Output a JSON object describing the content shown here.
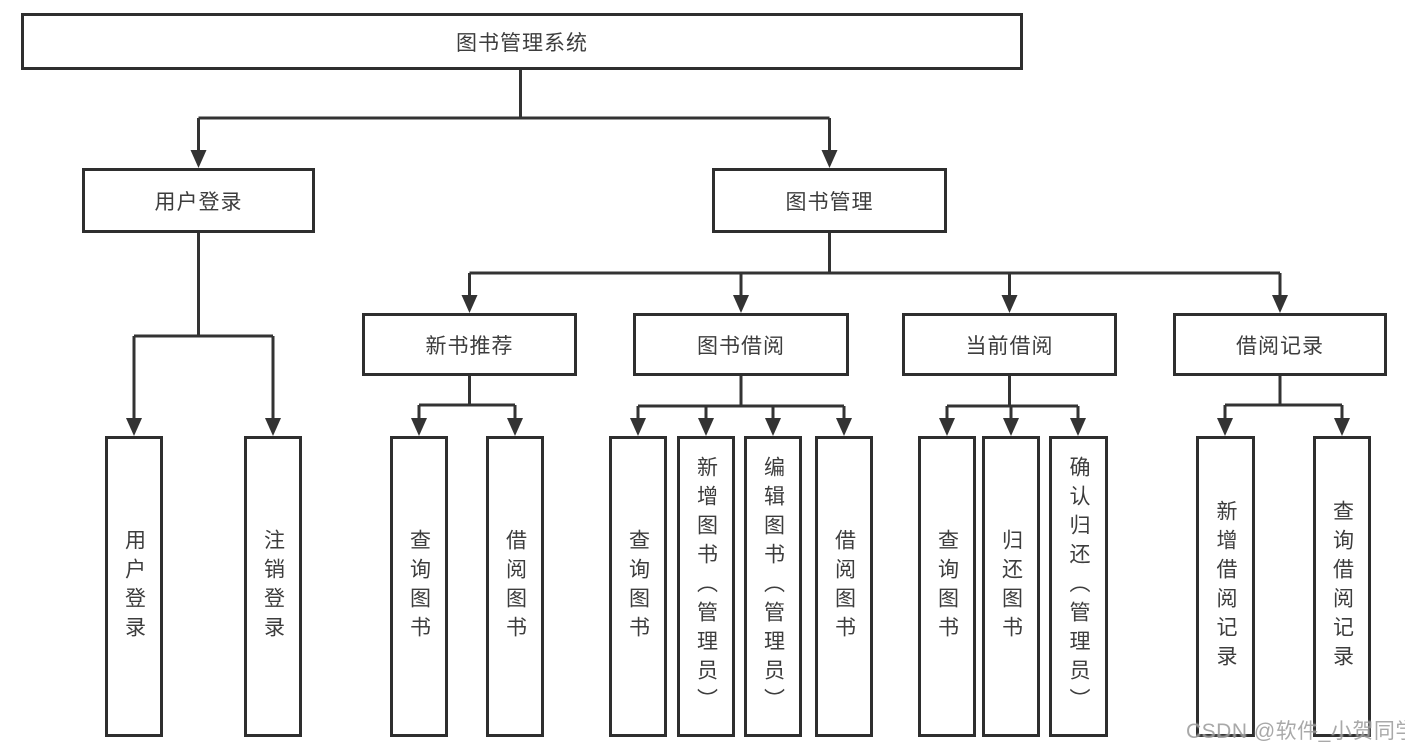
{
  "colors": {
    "line": "#333333",
    "border": "#2e2e2e",
    "text": "#3d3d3d",
    "background": "#ffffff",
    "watermark": "#9e9e9e"
  },
  "diagram": {
    "root": {
      "label": "图书管理系统"
    },
    "branches": [
      {
        "label": "用户登录",
        "children": [
          {
            "label": "用户登录"
          },
          {
            "label": "注销登录"
          }
        ]
      },
      {
        "label": "图书管理",
        "children": [
          {
            "label": "新书推荐",
            "children": [
              {
                "label": "查询图书"
              },
              {
                "label": "借阅图书"
              }
            ]
          },
          {
            "label": "图书借阅",
            "children": [
              {
                "label": "查询图书"
              },
              {
                "label": "新增图书（管理员）"
              },
              {
                "label": "编辑图书（管理员）"
              },
              {
                "label": "借阅图书"
              }
            ]
          },
          {
            "label": "当前借阅",
            "children": [
              {
                "label": "查询图书"
              },
              {
                "label": "归还图书"
              },
              {
                "label": "确认归还（管理员）"
              }
            ]
          },
          {
            "label": "借阅记录",
            "children": [
              {
                "label": "新增借阅记录"
              },
              {
                "label": "查询借阅记录"
              }
            ]
          }
        ]
      }
    ]
  },
  "watermark": {
    "text": "CSDN @软件_小贺同学"
  }
}
